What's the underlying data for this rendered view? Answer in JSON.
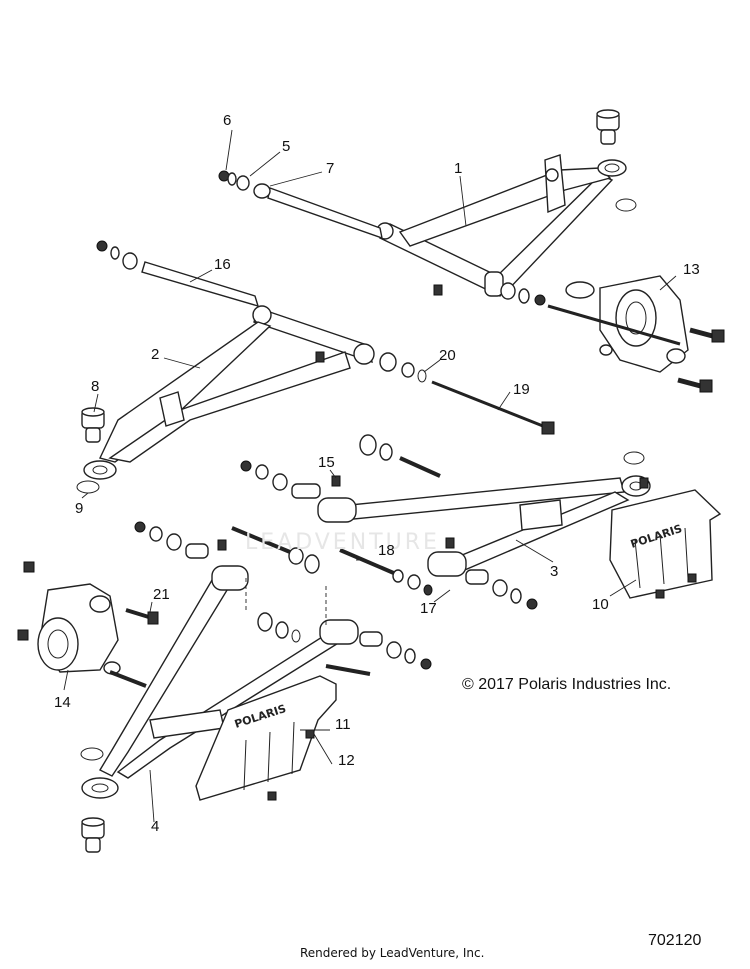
{
  "callouts": [
    {
      "id": "c1",
      "label": "1"
    },
    {
      "id": "c2",
      "label": "2"
    },
    {
      "id": "c3",
      "label": "3"
    },
    {
      "id": "c4",
      "label": "4"
    },
    {
      "id": "c5",
      "label": "5"
    },
    {
      "id": "c6",
      "label": "6"
    },
    {
      "id": "c7",
      "label": "7"
    },
    {
      "id": "c8",
      "label": "8"
    },
    {
      "id": "c9",
      "label": "9"
    },
    {
      "id": "c10",
      "label": "10"
    },
    {
      "id": "c11",
      "label": "11"
    },
    {
      "id": "c12",
      "label": "12"
    },
    {
      "id": "c13",
      "label": "13"
    },
    {
      "id": "c14",
      "label": "14"
    },
    {
      "id": "c15",
      "label": "15"
    },
    {
      "id": "c16",
      "label": "16"
    },
    {
      "id": "c17",
      "label": "17"
    },
    {
      "id": "c18",
      "label": "18"
    },
    {
      "id": "c19",
      "label": "19"
    },
    {
      "id": "c20",
      "label": "20"
    },
    {
      "id": "c21",
      "label": "21"
    }
  ],
  "copyright": "© 2017 Polaris Industries Inc.",
  "rendered_by": "Rendered by LeadVenture, Inc.",
  "diagram_number": "702120",
  "watermark": "LEADVENTURE",
  "guard_logo": "POLARIS"
}
